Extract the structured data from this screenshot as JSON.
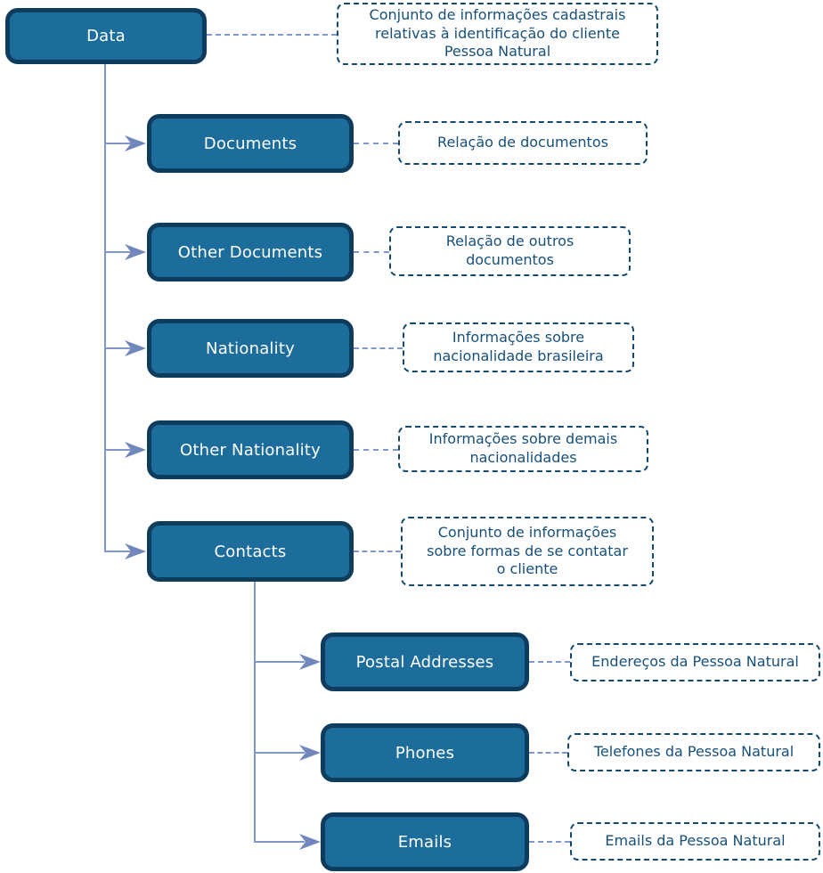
{
  "diagram": {
    "type": "hierarchy-tree",
    "root": "Data",
    "children_of_data": [
      "Documents",
      "Other Documents",
      "Nationality",
      "Other Nationality",
      "Contacts"
    ],
    "children_of_contacts": [
      "Postal Addresses",
      "Phones",
      "Emails"
    ]
  },
  "nodes": [
    {
      "id": "data",
      "label": "Data",
      "note": "Conjunto de informações cadastrais\nrelativas à identificação do cliente\nPessoa Natural"
    },
    {
      "id": "documents",
      "label": "Documents",
      "note": "Relação de documentos"
    },
    {
      "id": "other-documents",
      "label": "Other Documents",
      "note": "Relação de outros\ndocumentos"
    },
    {
      "id": "nationality",
      "label": "Nationality",
      "note": "Informações sobre\nnacionalidade brasileira"
    },
    {
      "id": "other-nationality",
      "label": "Other Nationality",
      "note": "Informações sobre demais\nnacionalidades"
    },
    {
      "id": "contacts",
      "label": "Contacts",
      "note": "Conjunto de informações\nsobre formas de se contatar\no cliente"
    },
    {
      "id": "postal-addresses",
      "label": "Postal Addresses",
      "note": "Endereços da Pessoa Natural"
    },
    {
      "id": "phones",
      "label": "Phones",
      "note": "Telefones da Pessoa Natural"
    },
    {
      "id": "emails",
      "label": "Emails",
      "note": "Emails da Pessoa Natural"
    }
  ],
  "colors": {
    "node_fill": "#1C6D9C",
    "node_border": "#0E3C5D",
    "node_text": "#FFFFFF",
    "note_border": "#14496E",
    "note_text": "#17507A",
    "connector_line": "#8097C9",
    "arrowhead": "#7187BC",
    "background": "#FFFFFF"
  }
}
